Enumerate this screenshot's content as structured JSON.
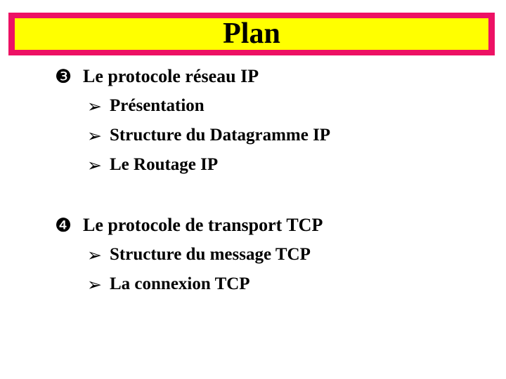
{
  "slide": {
    "title": "Plan",
    "title_colors": {
      "frame": "#ED1164",
      "fill": "#FFFF00",
      "text": "#000000"
    },
    "background": "#FFFFFF",
    "groups": [
      {
        "marker": "❸",
        "marker_name": "circled-number-3",
        "heading": "Le protocole réseau IP",
        "items": [
          {
            "marker": "➢",
            "label": "Présentation"
          },
          {
            "marker": "➢",
            "label": "Structure du Datagramme IP"
          },
          {
            "marker": "➢",
            "label": "Le Routage IP"
          }
        ]
      },
      {
        "marker": "❹",
        "marker_name": "circled-number-4",
        "heading": "Le protocole de transport TCP",
        "items": [
          {
            "marker": "➢",
            "label": "Structure du message TCP"
          },
          {
            "marker": "➢",
            "label": "La connexion TCP"
          }
        ]
      }
    ]
  }
}
